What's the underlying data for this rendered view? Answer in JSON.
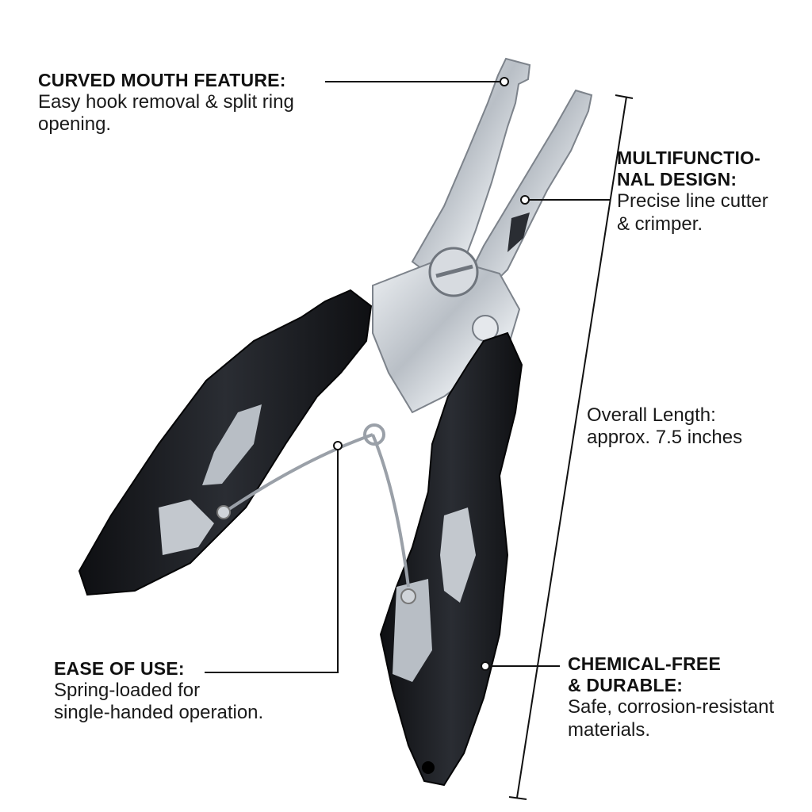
{
  "callouts": {
    "curved_mouth": {
      "title": "CURVED MOUTH FEATURE:",
      "body": "Easy hook removal & split ring\nopening."
    },
    "multifunctional": {
      "title": "MULTIFUNCTIO-\nNAL DESIGN:",
      "body": "Precise line cutter\n& crimper."
    },
    "length": {
      "body": "Overall Length:\napprox. 7.5 inches"
    },
    "ease_of_use": {
      "title": "EASE OF USE:",
      "body": "Spring-loaded for\nsingle-handed operation."
    },
    "chemical_free": {
      "title": "CHEMICAL-FREE\n& DURABLE:",
      "body": "Safe, corrosion-resistant\nmaterials."
    }
  },
  "colors": {
    "background": "#ffffff",
    "handle": "#16181c",
    "handle_highlight": "#3a3d44",
    "steel": "#c9ced4",
    "steel_dark": "#8a9098",
    "leader_line": "#111111"
  }
}
